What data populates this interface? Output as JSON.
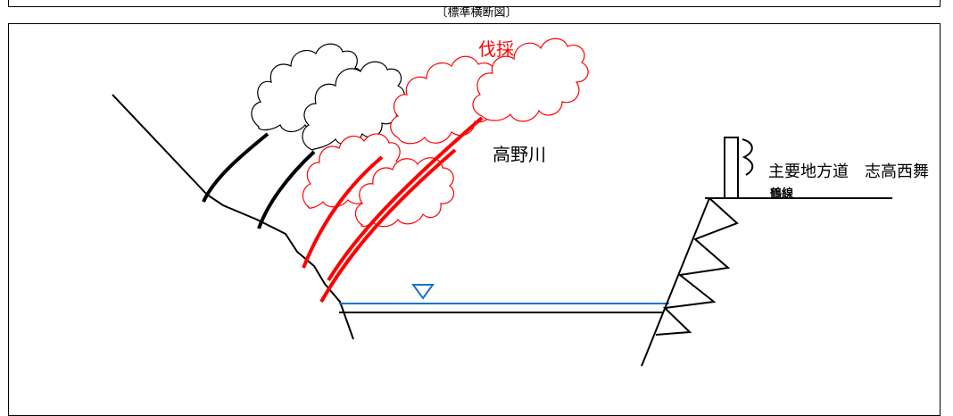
{
  "caption": "〔標準横断図〕",
  "labels": {
    "felling": "伐採",
    "river": "高野川",
    "road_line1": "主要地方道　志高西舞",
    "road_line2": "鶴線"
  },
  "colors": {
    "felling": "#ff0000",
    "water": "#1a73c8",
    "line": "#000000"
  }
}
